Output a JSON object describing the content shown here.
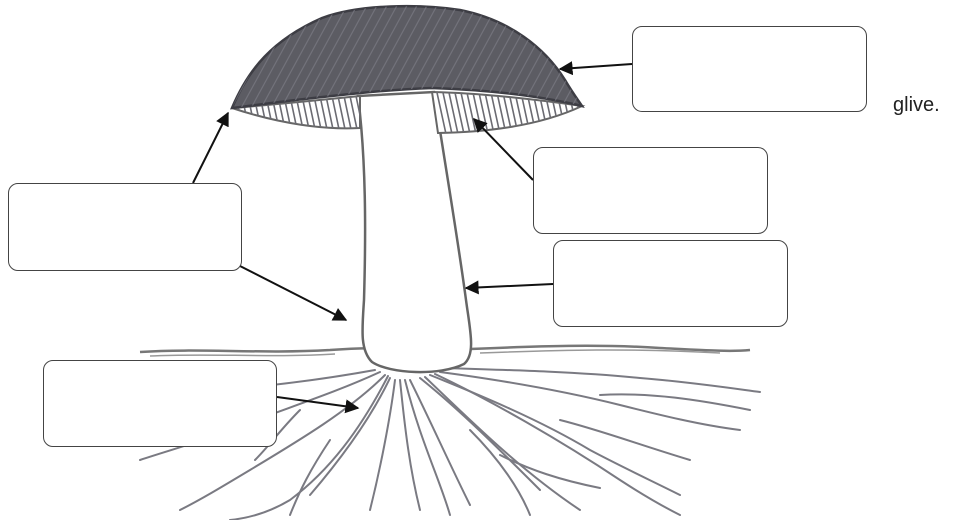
{
  "side_text": "glive.",
  "colors": {
    "outline": "#555555",
    "cap_fill": "#5c5c63",
    "hatch": "#6b6b72",
    "arrow": "#111111"
  },
  "label_boxes": [
    {
      "id": "cap",
      "text": ""
    },
    {
      "id": "gills",
      "text": ""
    },
    {
      "id": "stem",
      "text": ""
    },
    {
      "id": "left-top",
      "text": ""
    },
    {
      "id": "mycelium",
      "text": ""
    }
  ]
}
